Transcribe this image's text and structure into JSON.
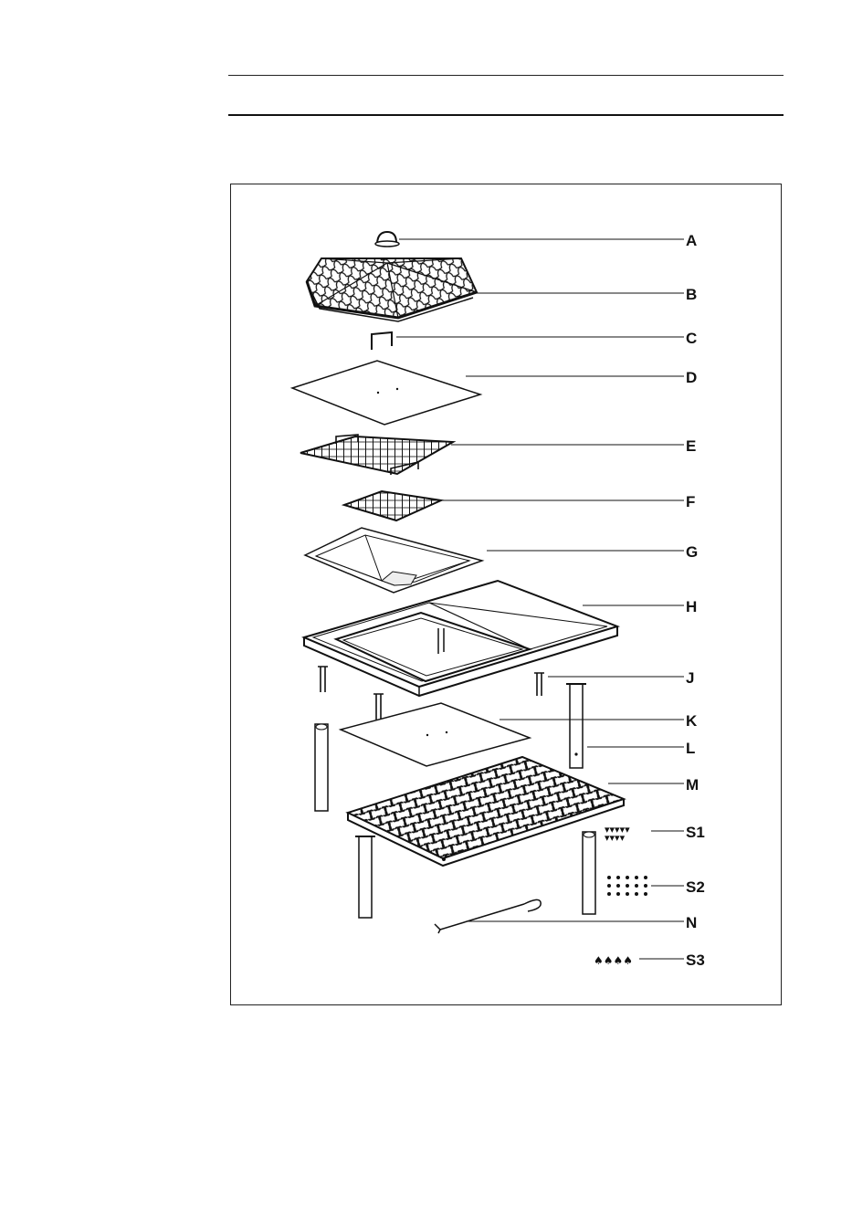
{
  "parts": [
    {
      "id": "A",
      "label": "A"
    },
    {
      "id": "B",
      "label": "B"
    },
    {
      "id": "C",
      "label": "C"
    },
    {
      "id": "D",
      "label": "D"
    },
    {
      "id": "E",
      "label": "E"
    },
    {
      "id": "F",
      "label": "F"
    },
    {
      "id": "G",
      "label": "G"
    },
    {
      "id": "H",
      "label": "H"
    },
    {
      "id": "J",
      "label": "J"
    },
    {
      "id": "K",
      "label": "K"
    },
    {
      "id": "L",
      "label": "L"
    },
    {
      "id": "M",
      "label": "M"
    },
    {
      "id": "S1",
      "label": "S1"
    },
    {
      "id": "S2",
      "label": "S2"
    },
    {
      "id": "N",
      "label": "N"
    },
    {
      "id": "S3",
      "label": "S3"
    }
  ]
}
